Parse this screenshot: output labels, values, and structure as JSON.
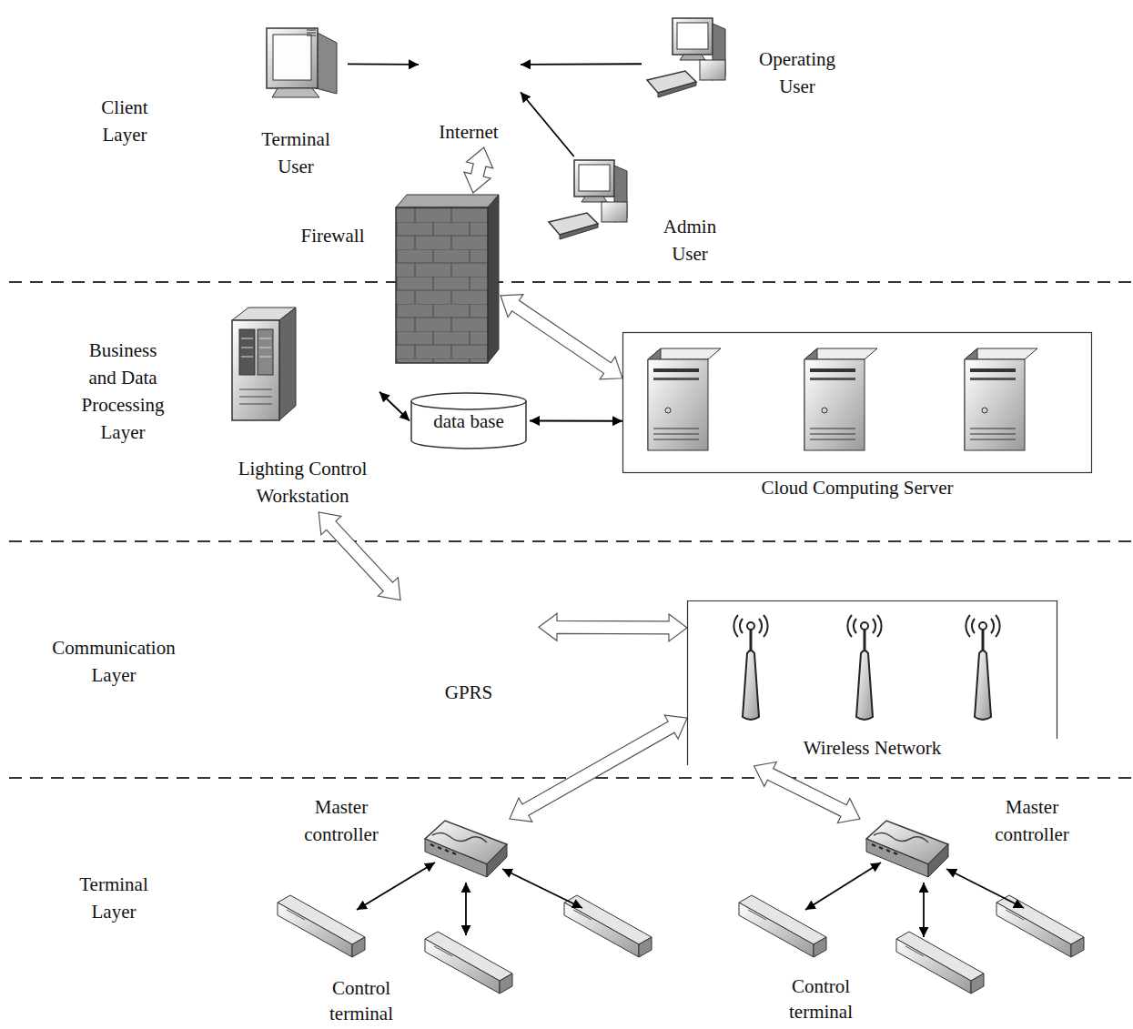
{
  "diagram": {
    "nodes": [
      {
        "text": [
          "Terminal User"
        ]
      },
      {
        "text": [
          "Internet"
        ]
      },
      {
        "text": [
          "Operating User"
        ]
      },
      {
        "text": [
          "Admin User"
        ]
      },
      {
        "text": [
          "Firewall"
        ]
      },
      {
        "text": [
          "Lighting Control Workstation"
        ]
      },
      {
        "text": [
          "data base"
        ]
      },
      {
        "text": [
          "Cloud Computing Server"
        ]
      },
      {
        "text": [
          "GPRS"
        ]
      },
      {
        "text": [
          "Wireless Network"
        ]
      },
      {
        "text": [
          "Master controller"
        ]
      },
      {
        "text": [
          "Master controller"
        ]
      }
    ],
    "edges": [
      {
        "from": 0,
        "to": 1,
        "arrow": "to"
      },
      {
        "from": 2,
        "to": 1,
        "arrow": "to"
      },
      {
        "from": 3,
        "to": 1,
        "arrow": "to"
      },
      {
        "from": 4,
        "to": 1,
        "arrow": "both"
      },
      {
        "from": 4,
        "to": 7,
        "arrow": "both"
      },
      {
        "from": 5,
        "to": 6,
        "arrow": "both"
      },
      {
        "from": 6,
        "to": 7,
        "arrow": "both"
      },
      {
        "from": 5,
        "to": 8,
        "arrow": "both"
      },
      {
        "from": 8,
        "to": 9,
        "arrow": "both"
      },
      {
        "from": 9,
        "to": 10,
        "arrow": "both"
      },
      {
        "from": 9,
        "to": 11,
        "arrow": "both"
      }
    ],
    "labels": [
      "Client Layer",
      "Business and Data Processing Layer",
      "Communication Layer",
      "Terminal Layer",
      "Control terminal",
      "Control terminal"
    ]
  }
}
